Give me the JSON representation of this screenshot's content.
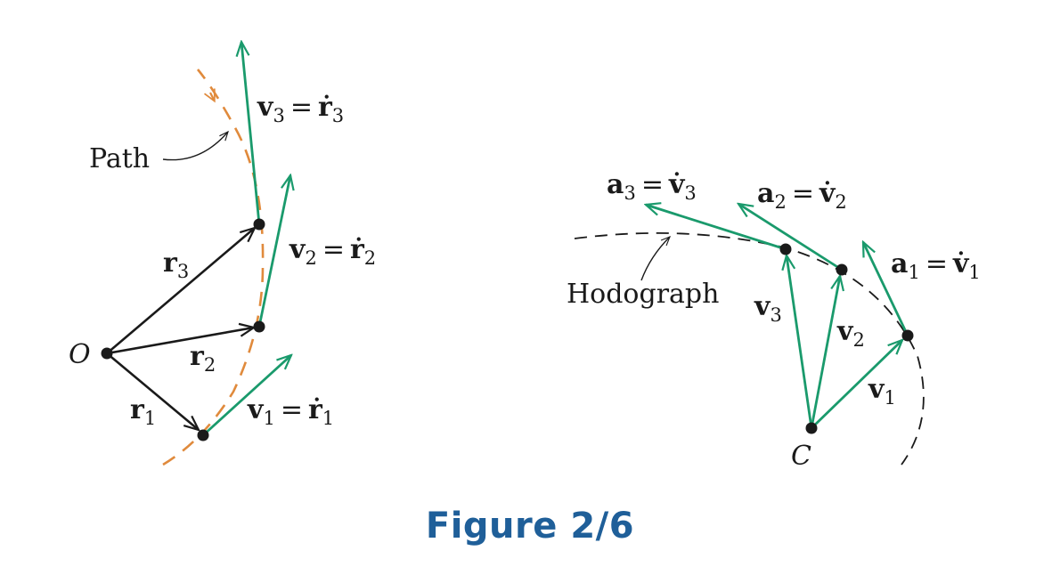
{
  "figure": {
    "caption": "Figure 2/6"
  },
  "left_diagram": {
    "origin_label": "O",
    "path_label": "Path",
    "r1": {
      "symbol": "r",
      "sub": "1"
    },
    "r2": {
      "symbol": "r",
      "sub": "2"
    },
    "r3": {
      "symbol": "r",
      "sub": "3"
    },
    "v1": {
      "symbol": "v",
      "sub": "1",
      "eq": "=",
      "rhs": "ṙ",
      "rhs_sub": "1"
    },
    "v2": {
      "symbol": "v",
      "sub": "2",
      "eq": "=",
      "rhs": "ṙ",
      "rhs_sub": "2"
    },
    "v3": {
      "symbol": "v",
      "sub": "3",
      "eq": "=",
      "rhs": "ṙ",
      "rhs_sub": "3"
    }
  },
  "right_diagram": {
    "origin_label": "C",
    "hodograph_label": "Hodograph",
    "v1": {
      "symbol": "v",
      "sub": "1"
    },
    "v2": {
      "symbol": "v",
      "sub": "2"
    },
    "v3": {
      "symbol": "v",
      "sub": "3"
    },
    "a1": {
      "symbol": "a",
      "sub": "1",
      "eq": "=",
      "rhs": "v̇",
      "rhs_sub": "1"
    },
    "a2": {
      "symbol": "a",
      "sub": "2",
      "eq": "=",
      "rhs": "v̇",
      "rhs_sub": "2"
    },
    "a3": {
      "symbol": "a",
      "sub": "3",
      "eq": "=",
      "rhs": "v̇",
      "rhs_sub": "3"
    }
  },
  "colors": {
    "velocity_green": "#1a9a6c",
    "path_orange": "#e08a3c",
    "position_black": "#1a1a1a",
    "caption_blue": "#1f5f99"
  }
}
